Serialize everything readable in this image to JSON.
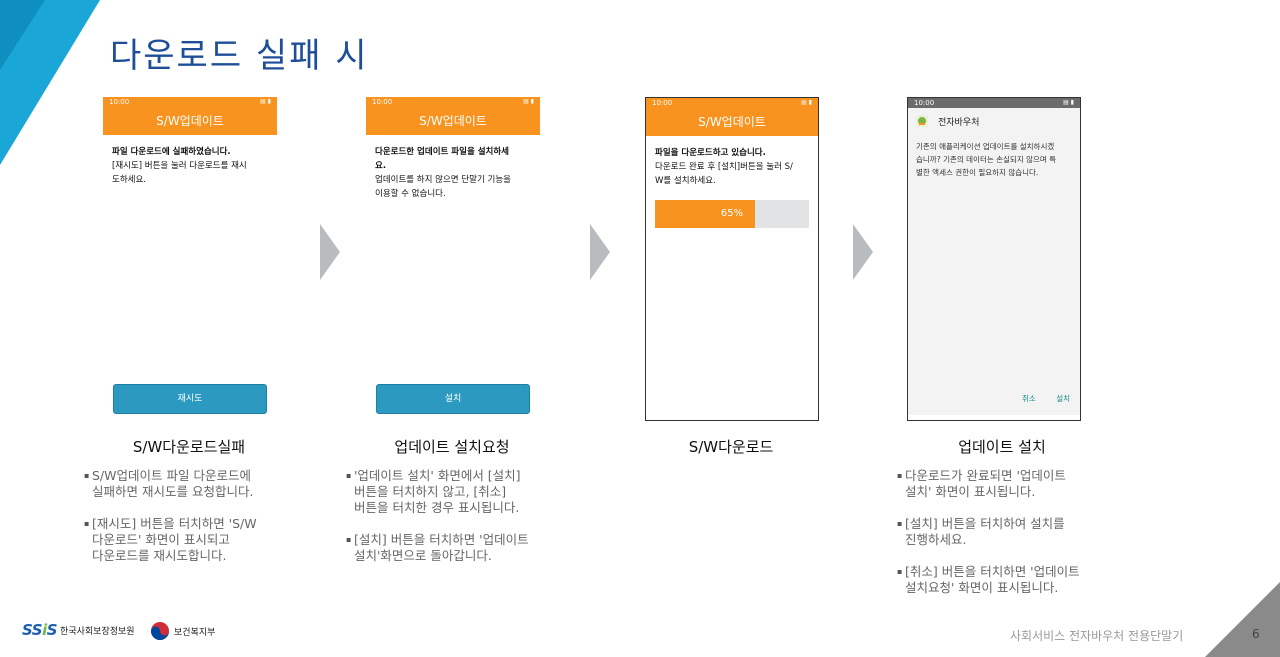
{
  "page": {
    "title": "다운로드 실패 시",
    "footer_text": "사회서비스 전자바우처 전용단말기",
    "page_number": "6"
  },
  "logos": {
    "ssis_mark_left": "SS",
    "ssis_mark_mid": "i",
    "ssis_mark_right": "S",
    "org_name": "한국사회보장정보원",
    "ministry_name": "보건복지부"
  },
  "screens": [
    {
      "status_time": "10:00",
      "appbar_title": "S/W업데이트",
      "bold_text": "파일 다운로드에 실패하였습니다.",
      "body_text": "[재시도] 버튼을 눌러 다운로드를 재시\n도하세요.",
      "button_label": "재시도",
      "caption": "S/W다운로드실패",
      "notes": [
        "S/W업데이트 파일 다운로드에\n실패하면 재시도를 요청합니다.",
        "[재시도] 버튼을 터치하면 'S/W\n다운로드' 화면이 표시되고\n다운로드를 재시도합니다."
      ]
    },
    {
      "status_time": "10:00",
      "appbar_title": "S/W업데이트",
      "bold_text": "다운로드한 업데이트 파일을 설치하세\n요.",
      "body_text": "업데이트를 하지 않으면 단말기 기능을\n이용할 수 없습니다.",
      "button_label": "설치",
      "caption": "업데이트 설치요청",
      "notes": [
        "'업데이트 설치' 화면에서 [설치]\n버튼을 터치하지 않고, [취소]\n버튼을 터치한 경우 표시됩니다.",
        "[설치] 버튼을 터치하면 '업데이트\n설치'화면으로 돌아갑니다."
      ]
    },
    {
      "status_time": "10:00",
      "appbar_title": "S/W업데이트",
      "bold_text": "파일을 다운로드하고 있습니다.",
      "body_text": "다운로드 완료 후 [설치]버튼을 눌러 S/\nW를 설치하세요.",
      "progress_percent": 65,
      "progress_label": "65%",
      "caption": "S/W다운로드"
    },
    {
      "status_time": "10:00",
      "dialog_title": "전자바우처",
      "dialog_text": "기존의 애플리케이션 업데이트를 설치하시겠\n습니까? 기존의 데이터는 손실되지 않으며 특\n별한 액세스 권한이 필요하지 않습니다.",
      "cancel_label": "취소",
      "install_label": "설치",
      "caption": "업데이트 설치",
      "notes": [
        "다운로드가 완료되면 '업데이트\n설치' 화면이 표시됩니다.",
        "[설치] 버튼을 터치하여 설치를\n진행하세요.",
        "[취소] 버튼을 터치하면 '업데이트\n설치요청' 화면이 표시됩니다."
      ]
    }
  ],
  "colors": {
    "accent_orange": "#f7931e",
    "button_blue": "#2c9ac0",
    "title_blue": "#1f4e99",
    "corner_cyan": "#1aa7d8"
  }
}
